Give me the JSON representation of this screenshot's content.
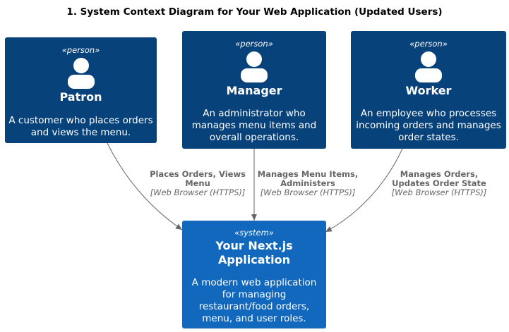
{
  "title": "1. System Context Diagram for Your Web Application (Updated Users)",
  "nodes": {
    "patron": {
      "stereotype": "«person»",
      "name": "Patron",
      "description": "A customer who places orders and views the menu."
    },
    "manager": {
      "stereotype": "«person»",
      "name": "Manager",
      "description": "An administrator who manages menu items and overall operations."
    },
    "worker": {
      "stereotype": "«person»",
      "name": "Worker",
      "description": "An employee who processes incoming orders and manages order states."
    },
    "system": {
      "stereotype": "«system»",
      "name": "Your Next.js Application",
      "description": "A modern web application for managing restaurant/food orders, menu, and user roles."
    }
  },
  "edges": {
    "patron": {
      "label": "Places Orders, Views Menu",
      "technology": "[Web Browser (HTTPS)]"
    },
    "manager": {
      "label": "Manages Menu Items, Administers",
      "technology": "[Web Browser (HTTPS)]"
    },
    "worker": {
      "label": "Manages Orders, Updates Order State",
      "technology": "[Web Browser (HTTPS)]"
    }
  },
  "colors": {
    "person": "#08427b",
    "system": "#1168bd",
    "edge": "#666666"
  },
  "icons": {
    "person": "person-icon"
  }
}
